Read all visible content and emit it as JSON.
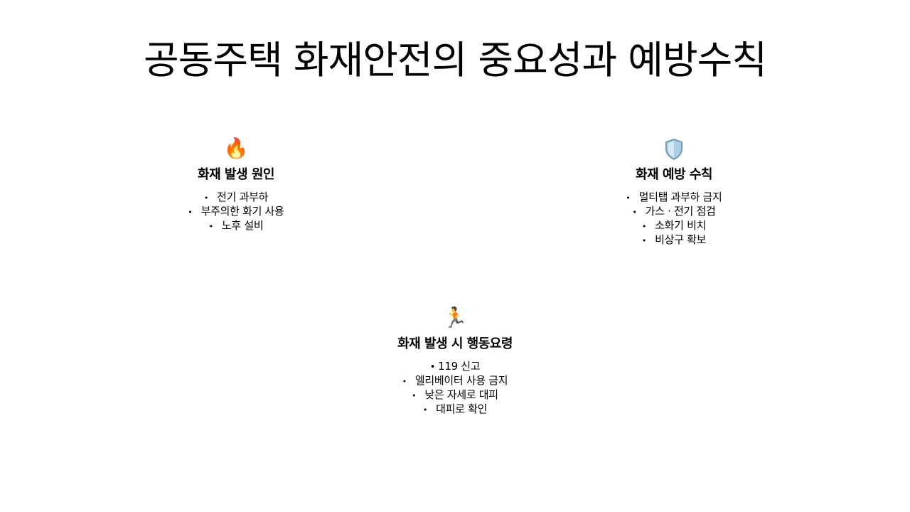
{
  "title": "공동주택 화재안전의 중요성과 예방수칙",
  "sections": [
    {
      "icon": "🔥",
      "icon_name": "fire-icon",
      "heading": "화재 발생 원인",
      "items": [
        "전기 과부하",
        "부주의한 화기 사용",
        "노후 설비"
      ]
    },
    {
      "icon": "🛡️",
      "icon_name": "shield-icon",
      "heading": "화재 예방 수칙",
      "items": [
        "멀티탭 과부하 금지",
        "가스 · 전기 점검",
        "소화기 비치",
        "비상구 확보"
      ]
    },
    {
      "icon": "🏃",
      "icon_name": "running-person-icon",
      "heading": "화재 발생 시 행동요령",
      "items": [
        "119 신고",
        "엘리베이터 사용 금지",
        "낮은 자세로 대피",
        "대피로 확인"
      ]
    }
  ],
  "bullet": "•"
}
